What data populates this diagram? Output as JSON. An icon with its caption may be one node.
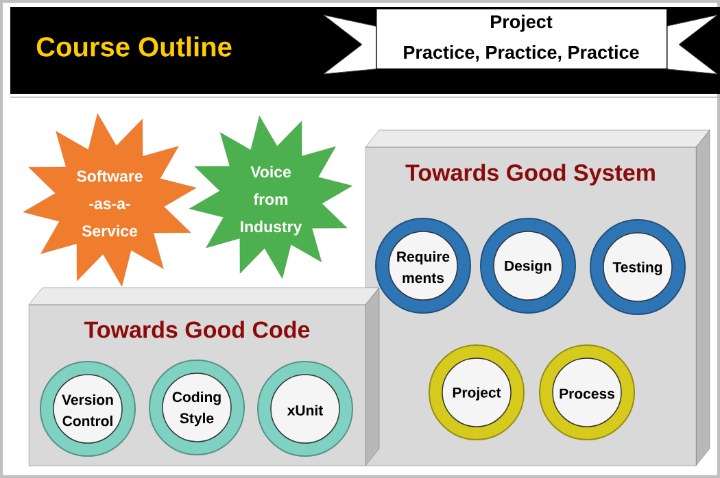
{
  "diagram": {
    "title": "Course Outline",
    "nodes": [
      {
        "text": [
          "Project",
          "Practice, Practice, Practice"
        ]
      },
      {
        "text": [
          "Software -as-a- Service"
        ]
      },
      {
        "text": [
          "Voice from Industry"
        ]
      },
      {
        "text": [
          "Towards Good System"
        ]
      },
      {
        "text": [
          "Require ments"
        ],
        "in": 3
      },
      {
        "text": [
          "Design"
        ],
        "in": 3
      },
      {
        "text": [
          "Testing"
        ],
        "in": 3
      },
      {
        "text": [
          "Towards Good Code"
        ]
      },
      {
        "text": [
          "Version Control"
        ],
        "in": 7
      },
      {
        "text": [
          "Coding Style"
        ],
        "in": 7
      },
      {
        "text": [
          "xUnit"
        ],
        "in": 7
      },
      {
        "text": [
          "Project"
        ],
        "in": 3
      },
      {
        "text": [
          "Process"
        ],
        "in": 3
      }
    ]
  }
}
